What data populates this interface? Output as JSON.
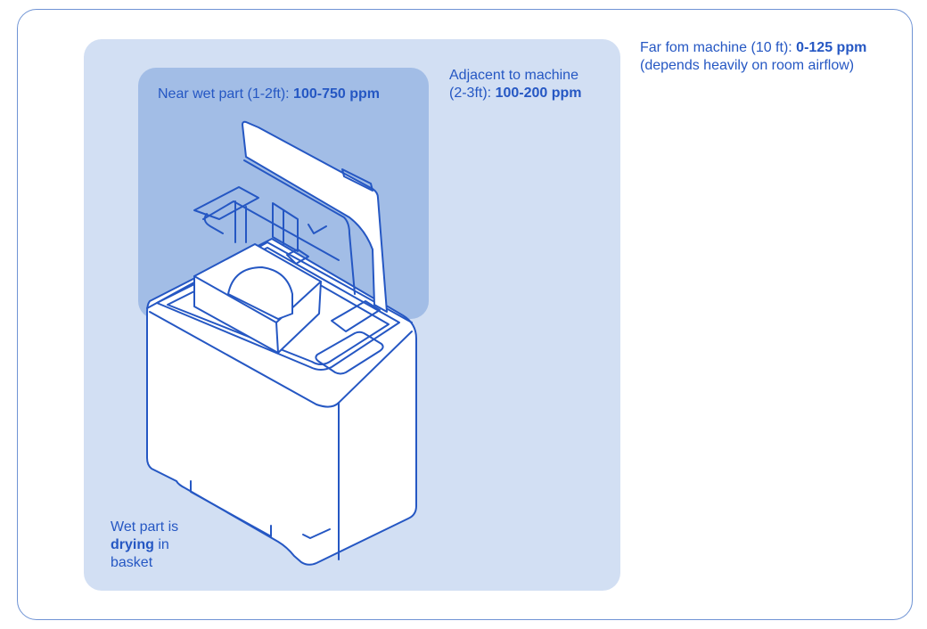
{
  "colors": {
    "accent": "#2557c3",
    "frame_border": "#6f93d4",
    "adjacent_zone": "#d2dff3",
    "near_zone": "#a2bde6",
    "machine_fill": "#ffffff"
  },
  "zones": {
    "near": {
      "prefix": "Near wet part (1-2ft): ",
      "value": "100-750 ppm"
    },
    "adjacent": {
      "line1": "Adjacent to machine",
      "prefix": "(2-3ft): ",
      "value": "100-200 ppm"
    },
    "far": {
      "prefix": "Far fom machine (10 ft): ",
      "value": "0-125 ppm",
      "note": "(depends heavily on room airflow)"
    }
  },
  "wet_part": {
    "line1": "Wet part is",
    "bold": "drying",
    "rest": " in",
    "line3": "basket"
  },
  "icons": {
    "machine": "wash-dry-machine-icon"
  }
}
